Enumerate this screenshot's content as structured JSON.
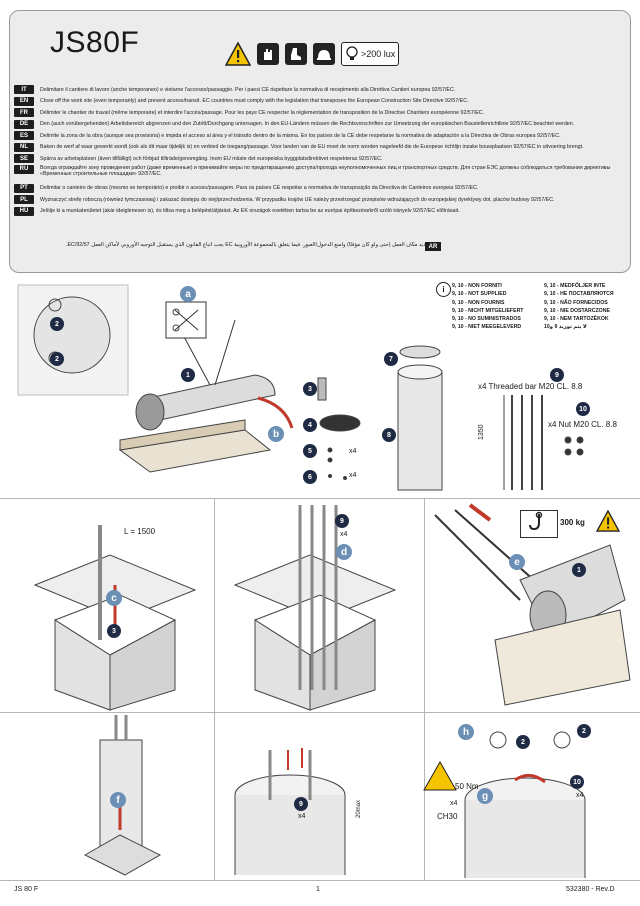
{
  "header": {
    "title": "JS80F",
    "lux_label": ">200 lux"
  },
  "languages": [
    {
      "code": "IT",
      "text": "Delimitare il cantiere di lavoro (anche temporaneo) e vietarne l'accesso/passaggio.   Per i paesi CE rispettare la normativa di recepimento alla Direttiva Cantieri europea 92/57/EC."
    },
    {
      "code": "EN",
      "text": "Close off the work site (even temporarily) and prevent access/transit.   EC countries must comply with the legislation that transposes the European Construction Site Directive 92/57/EC."
    },
    {
      "code": "FR",
      "text": "Délimiter le chantier de travail (même temporaire) et interdire l'accès/passage.   Pour les pays CE respecter la réglementation de transposition de la Directive Chantiers européenne 92/57/EC."
    },
    {
      "code": "DE",
      "text": "Den (auch vorübergehenden) Arbeitsbereich abgrenzen und den Zutritt/Durchgang untersagen.   In den EU-Ländern müssen die Rechtsvorschriften zur Umsetzung der europäischen Baustellenrichtlinie 92/57/EC beachtet werden."
    },
    {
      "code": "ES",
      "text": "Delimite la zona de la obra (aunque sea provisoria) e impida el acceso al área y el tránsito dentro de la misma.   En los países de la CE debe respetarse la normativa de adaptación a la Directiva de Obras europea 92/57/EC."
    },
    {
      "code": "NL",
      "text": "Baken de werf af waar gewerkt wordt (ook als dit maar tijdelijk is) en verbied de toegang/passage.   Voor landen van de EU moet de norm worden nageleefd die de Europese richtlijn inzake bouwplaatsen 92/57/EC in uitvoering brengt."
    },
    {
      "code": "SE",
      "text": "Spärra av arbetsplatsen (även tillfälligt) och förbjud tillträde/genomgång.   Inom EU måste det europeiska byggplatsdirektivet respekteras 92/57/EC."
    },
    {
      "code": "RU",
      "text": "Всегда ограждайте зону проведения работ (даже временные) и принимайте меры по предотвращению доступа/прохода неуполномоченных лиц и транспортных средств.   Для стран ЕЭС должны соблюдаться требования директивы «Временные строительные площадки» 92/57/EC."
    },
    {
      "code": "PT",
      "text": "Delimitar o canteiro de obras (mesmo se temporário) e proibir o acesso/passagem.   Para os países CE respeitar a normativa de transposição da Directiva de Canteiros europeia 92/57/EC."
    },
    {
      "code": "PL",
      "text": "Wyznaczyć strefę roboczą (również tymczasową) i zakazać dostępu do niej/przechodzenia.   W przypadku krajów UE należy przestrzegać przepisów wdrażających do europejskiej dyrektywy dot. placów budowy 92/57/EC."
    },
    {
      "code": "HU",
      "text": "Jelölje ki a munkaterületet (akár ideiglenesen is), és tiltsa meg a belépést/átjárást.   Az EK országok esetében tartsa be az európai építkezésekről szóló irányelv 92/57/EC előírásait."
    }
  ],
  "arabic": {
    "code": "AR",
    "text": "قم بتحديد مكان العمل (حتى ولو كان مؤقتًا) وامنع الدخول/العبور.  فيما يتعلق بالمجموعة الأوروبية EC يجب اتباع القانون الذي يستقبل التوجيه الأوروبي لأماكن العمل 92/57/EC."
  },
  "not_supplied": {
    "col1": [
      "9, 10 - NON FORNITI",
      "9, 10 - NOT SUPPLIED",
      "9, 10 - NON FOURNIS",
      "9, 10 - NICHT MITGELIEFERT",
      "9, 10 - NO SUMINISTRADOS",
      "9, 10 - NIET MEEGELEVERD"
    ],
    "col2": [
      "9, 10 - MEDFÖLJER INTE",
      "9, 10 - НЕ ПОСТАВЛЯЮТСЯ",
      "9, 10 - NÃO FORNECIDOS",
      "9, 10 - NIE DOSTARCZONE",
      "9, 10 - NEM TARTOZÉKOK",
      "لا يتم توريد 9 و10"
    ]
  },
  "labels": {
    "threaded_bar": "x4 Threaded bar M20 CL. 8.8",
    "nut": "x4 Nut M20 CL. 8.8",
    "length_1350": "1350",
    "length_l": "L = 1500",
    "weight": "300 kg",
    "torque": "50 Nm",
    "wrench": "CH30",
    "x4": "x4",
    "max20": "20max"
  },
  "steps": [
    "a",
    "b",
    "c",
    "d",
    "e",
    "f",
    "g",
    "h"
  ],
  "parts": [
    "1",
    "2",
    "3",
    "4",
    "5",
    "6",
    "7",
    "8",
    "9",
    "10"
  ],
  "footer": {
    "left": "JS 80 F",
    "page": "1",
    "right": "532380 - Rev.D"
  }
}
